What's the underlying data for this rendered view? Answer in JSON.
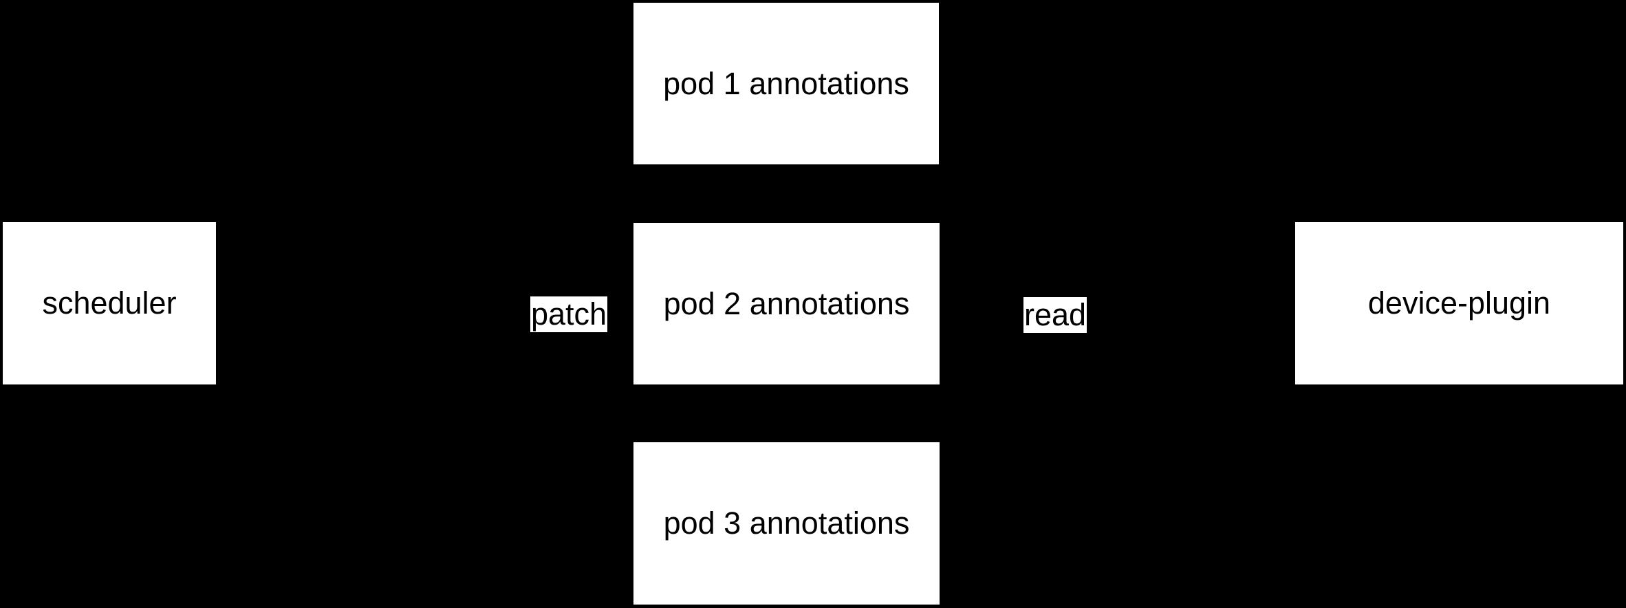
{
  "diagram": {
    "colors": {
      "background": "#000000",
      "node_fill": "#ffffff",
      "node_text": "#000000",
      "edge_label_fill": "#ffffff",
      "edge_label_text": "#000000"
    },
    "nodes": [
      {
        "label": "scheduler"
      },
      {
        "label": "pod 1 annotations"
      },
      {
        "label": "pod 2 annotations"
      },
      {
        "label": "pod 3 annotations"
      },
      {
        "label": "device-plugin"
      }
    ],
    "edge_labels": [
      {
        "label": "patch"
      },
      {
        "label": "read"
      }
    ]
  }
}
